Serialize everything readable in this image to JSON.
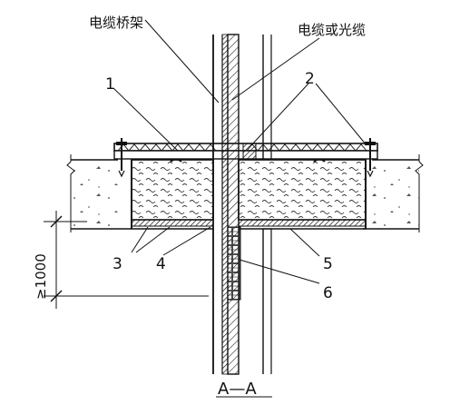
{
  "labels": {
    "cable_tray": "电缆桥架",
    "cable_or_fiber": "电缆或光缆",
    "section": "A—A",
    "dimension": "≥1000"
  },
  "callouts": [
    "1",
    "2",
    "3",
    "4",
    "5",
    "6"
  ]
}
